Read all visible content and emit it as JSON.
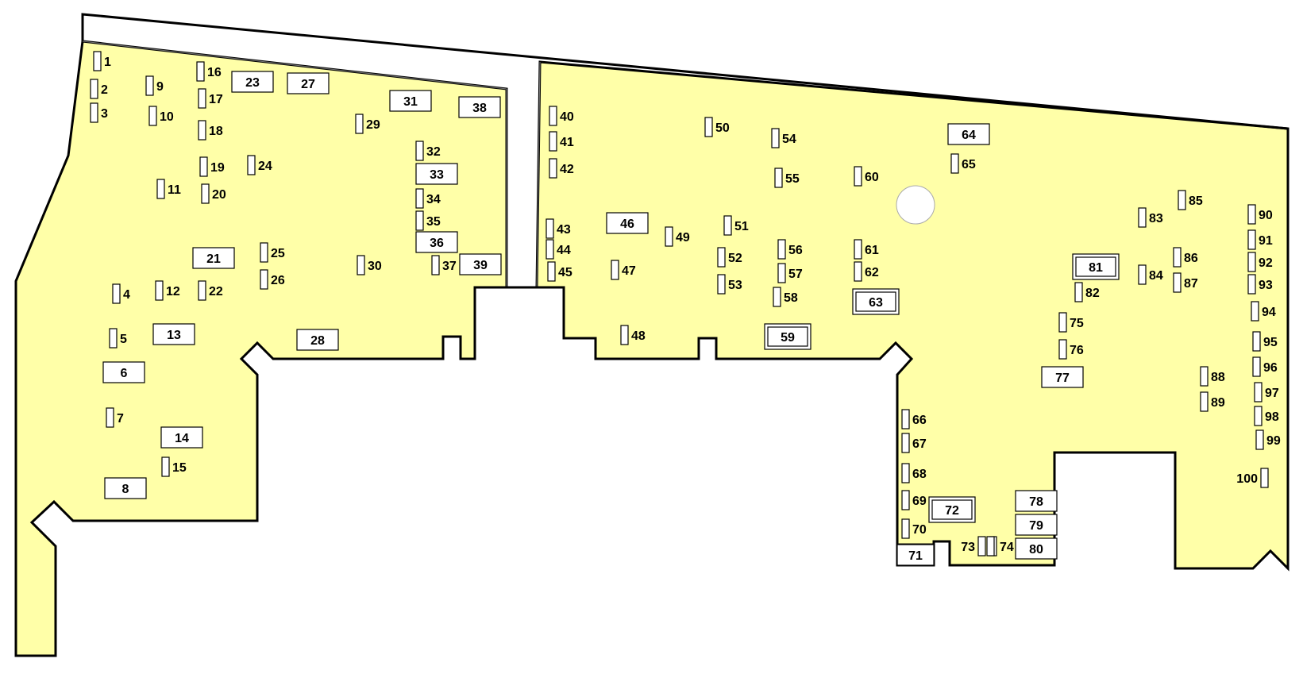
{
  "map": {
    "colors": {
      "area_fill": "#ffffa8",
      "outline": "#000000",
      "slot_fill": "#ffffff"
    },
    "slots": [
      {
        "id": "1",
        "label": "1",
        "shape": "narrow"
      },
      {
        "id": "2",
        "label": "2",
        "shape": "narrow"
      },
      {
        "id": "3",
        "label": "3",
        "shape": "narrow"
      },
      {
        "id": "4",
        "label": "4",
        "shape": "narrow"
      },
      {
        "id": "5",
        "label": "5",
        "shape": "narrow"
      },
      {
        "id": "6",
        "label": "6",
        "shape": "box"
      },
      {
        "id": "7",
        "label": "7",
        "shape": "narrow"
      },
      {
        "id": "8",
        "label": "8",
        "shape": "box"
      },
      {
        "id": "9",
        "label": "9",
        "shape": "narrow"
      },
      {
        "id": "10",
        "label": "10",
        "shape": "narrow"
      },
      {
        "id": "11",
        "label": "11",
        "shape": "narrow"
      },
      {
        "id": "12",
        "label": "12",
        "shape": "narrow"
      },
      {
        "id": "13",
        "label": "13",
        "shape": "box"
      },
      {
        "id": "14",
        "label": "14",
        "shape": "box"
      },
      {
        "id": "15",
        "label": "15",
        "shape": "narrow"
      },
      {
        "id": "16",
        "label": "16",
        "shape": "narrow"
      },
      {
        "id": "17",
        "label": "17",
        "shape": "narrow"
      },
      {
        "id": "18",
        "label": "18",
        "shape": "narrow"
      },
      {
        "id": "19",
        "label": "19",
        "shape": "narrow"
      },
      {
        "id": "20",
        "label": "20",
        "shape": "narrow"
      },
      {
        "id": "21",
        "label": "21",
        "shape": "box"
      },
      {
        "id": "22",
        "label": "22",
        "shape": "narrow"
      },
      {
        "id": "23",
        "label": "23",
        "shape": "box"
      },
      {
        "id": "24",
        "label": "24",
        "shape": "narrow"
      },
      {
        "id": "25",
        "label": "25",
        "shape": "narrow"
      },
      {
        "id": "26",
        "label": "26",
        "shape": "narrow"
      },
      {
        "id": "27",
        "label": "27",
        "shape": "box"
      },
      {
        "id": "28",
        "label": "28",
        "shape": "box"
      },
      {
        "id": "29",
        "label": "29",
        "shape": "narrow"
      },
      {
        "id": "30",
        "label": "30",
        "shape": "narrow"
      },
      {
        "id": "31",
        "label": "31",
        "shape": "box"
      },
      {
        "id": "32",
        "label": "32",
        "shape": "narrow"
      },
      {
        "id": "33",
        "label": "33",
        "shape": "box"
      },
      {
        "id": "34",
        "label": "34",
        "shape": "narrow"
      },
      {
        "id": "35",
        "label": "35",
        "shape": "narrow"
      },
      {
        "id": "36",
        "label": "36",
        "shape": "box"
      },
      {
        "id": "37",
        "label": "37",
        "shape": "narrow"
      },
      {
        "id": "38",
        "label": "38",
        "shape": "box"
      },
      {
        "id": "39",
        "label": "39",
        "shape": "box"
      },
      {
        "id": "40",
        "label": "40",
        "shape": "narrow"
      },
      {
        "id": "41",
        "label": "41",
        "shape": "narrow"
      },
      {
        "id": "42",
        "label": "42",
        "shape": "narrow"
      },
      {
        "id": "43",
        "label": "43",
        "shape": "narrow"
      },
      {
        "id": "44",
        "label": "44",
        "shape": "narrow"
      },
      {
        "id": "45",
        "label": "45",
        "shape": "narrow"
      },
      {
        "id": "46",
        "label": "46",
        "shape": "box"
      },
      {
        "id": "47",
        "label": "47",
        "shape": "narrow"
      },
      {
        "id": "48",
        "label": "48",
        "shape": "narrow"
      },
      {
        "id": "49",
        "label": "49",
        "shape": "narrow"
      },
      {
        "id": "50",
        "label": "50",
        "shape": "narrow"
      },
      {
        "id": "51",
        "label": "51",
        "shape": "narrow"
      },
      {
        "id": "52",
        "label": "52",
        "shape": "narrow"
      },
      {
        "id": "53",
        "label": "53",
        "shape": "narrow"
      },
      {
        "id": "54",
        "label": "54",
        "shape": "narrow"
      },
      {
        "id": "55",
        "label": "55",
        "shape": "narrow"
      },
      {
        "id": "56",
        "label": "56",
        "shape": "narrow"
      },
      {
        "id": "57",
        "label": "57",
        "shape": "narrow"
      },
      {
        "id": "58",
        "label": "58",
        "shape": "narrow"
      },
      {
        "id": "59",
        "label": "59",
        "shape": "double"
      },
      {
        "id": "60",
        "label": "60",
        "shape": "narrow"
      },
      {
        "id": "61",
        "label": "61",
        "shape": "narrow"
      },
      {
        "id": "62",
        "label": "62",
        "shape": "narrow"
      },
      {
        "id": "63",
        "label": "63",
        "shape": "double"
      },
      {
        "id": "64",
        "label": "64",
        "shape": "box"
      },
      {
        "id": "65",
        "label": "65",
        "shape": "narrow"
      },
      {
        "id": "66",
        "label": "66",
        "shape": "narrow"
      },
      {
        "id": "67",
        "label": "67",
        "shape": "narrow"
      },
      {
        "id": "68",
        "label": "68",
        "shape": "narrow"
      },
      {
        "id": "69",
        "label": "69",
        "shape": "narrow"
      },
      {
        "id": "70",
        "label": "70",
        "shape": "narrow"
      },
      {
        "id": "71",
        "label": "71",
        "shape": "box"
      },
      {
        "id": "72",
        "label": "72",
        "shape": "double"
      },
      {
        "id": "73",
        "label": "73",
        "shape": "narrow"
      },
      {
        "id": "74",
        "label": "74",
        "shape": "narrow"
      },
      {
        "id": "75",
        "label": "75",
        "shape": "narrow"
      },
      {
        "id": "76",
        "label": "76",
        "shape": "narrow"
      },
      {
        "id": "77",
        "label": "77",
        "shape": "box"
      },
      {
        "id": "78",
        "label": "78",
        "shape": "box"
      },
      {
        "id": "79",
        "label": "79",
        "shape": "box"
      },
      {
        "id": "80",
        "label": "80",
        "shape": "box"
      },
      {
        "id": "81",
        "label": "81",
        "shape": "double"
      },
      {
        "id": "82",
        "label": "82",
        "shape": "narrow"
      },
      {
        "id": "83",
        "label": "83",
        "shape": "narrow"
      },
      {
        "id": "84",
        "label": "84",
        "shape": "narrow"
      },
      {
        "id": "85",
        "label": "85",
        "shape": "narrow"
      },
      {
        "id": "86",
        "label": "86",
        "shape": "narrow"
      },
      {
        "id": "87",
        "label": "87",
        "shape": "narrow"
      },
      {
        "id": "88",
        "label": "88",
        "shape": "narrow"
      },
      {
        "id": "89",
        "label": "89",
        "shape": "narrow"
      },
      {
        "id": "90",
        "label": "90",
        "shape": "narrow"
      },
      {
        "id": "91",
        "label": "91",
        "shape": "narrow"
      },
      {
        "id": "92",
        "label": "92",
        "shape": "narrow"
      },
      {
        "id": "93",
        "label": "93",
        "shape": "narrow"
      },
      {
        "id": "94",
        "label": "94",
        "shape": "narrow"
      },
      {
        "id": "95",
        "label": "95",
        "shape": "narrow"
      },
      {
        "id": "96",
        "label": "96",
        "shape": "narrow"
      },
      {
        "id": "97",
        "label": "97",
        "shape": "narrow"
      },
      {
        "id": "98",
        "label": "98",
        "shape": "narrow"
      },
      {
        "id": "99",
        "label": "99",
        "shape": "narrow"
      },
      {
        "id": "100",
        "label": "100",
        "shape": "narrow"
      }
    ]
  }
}
